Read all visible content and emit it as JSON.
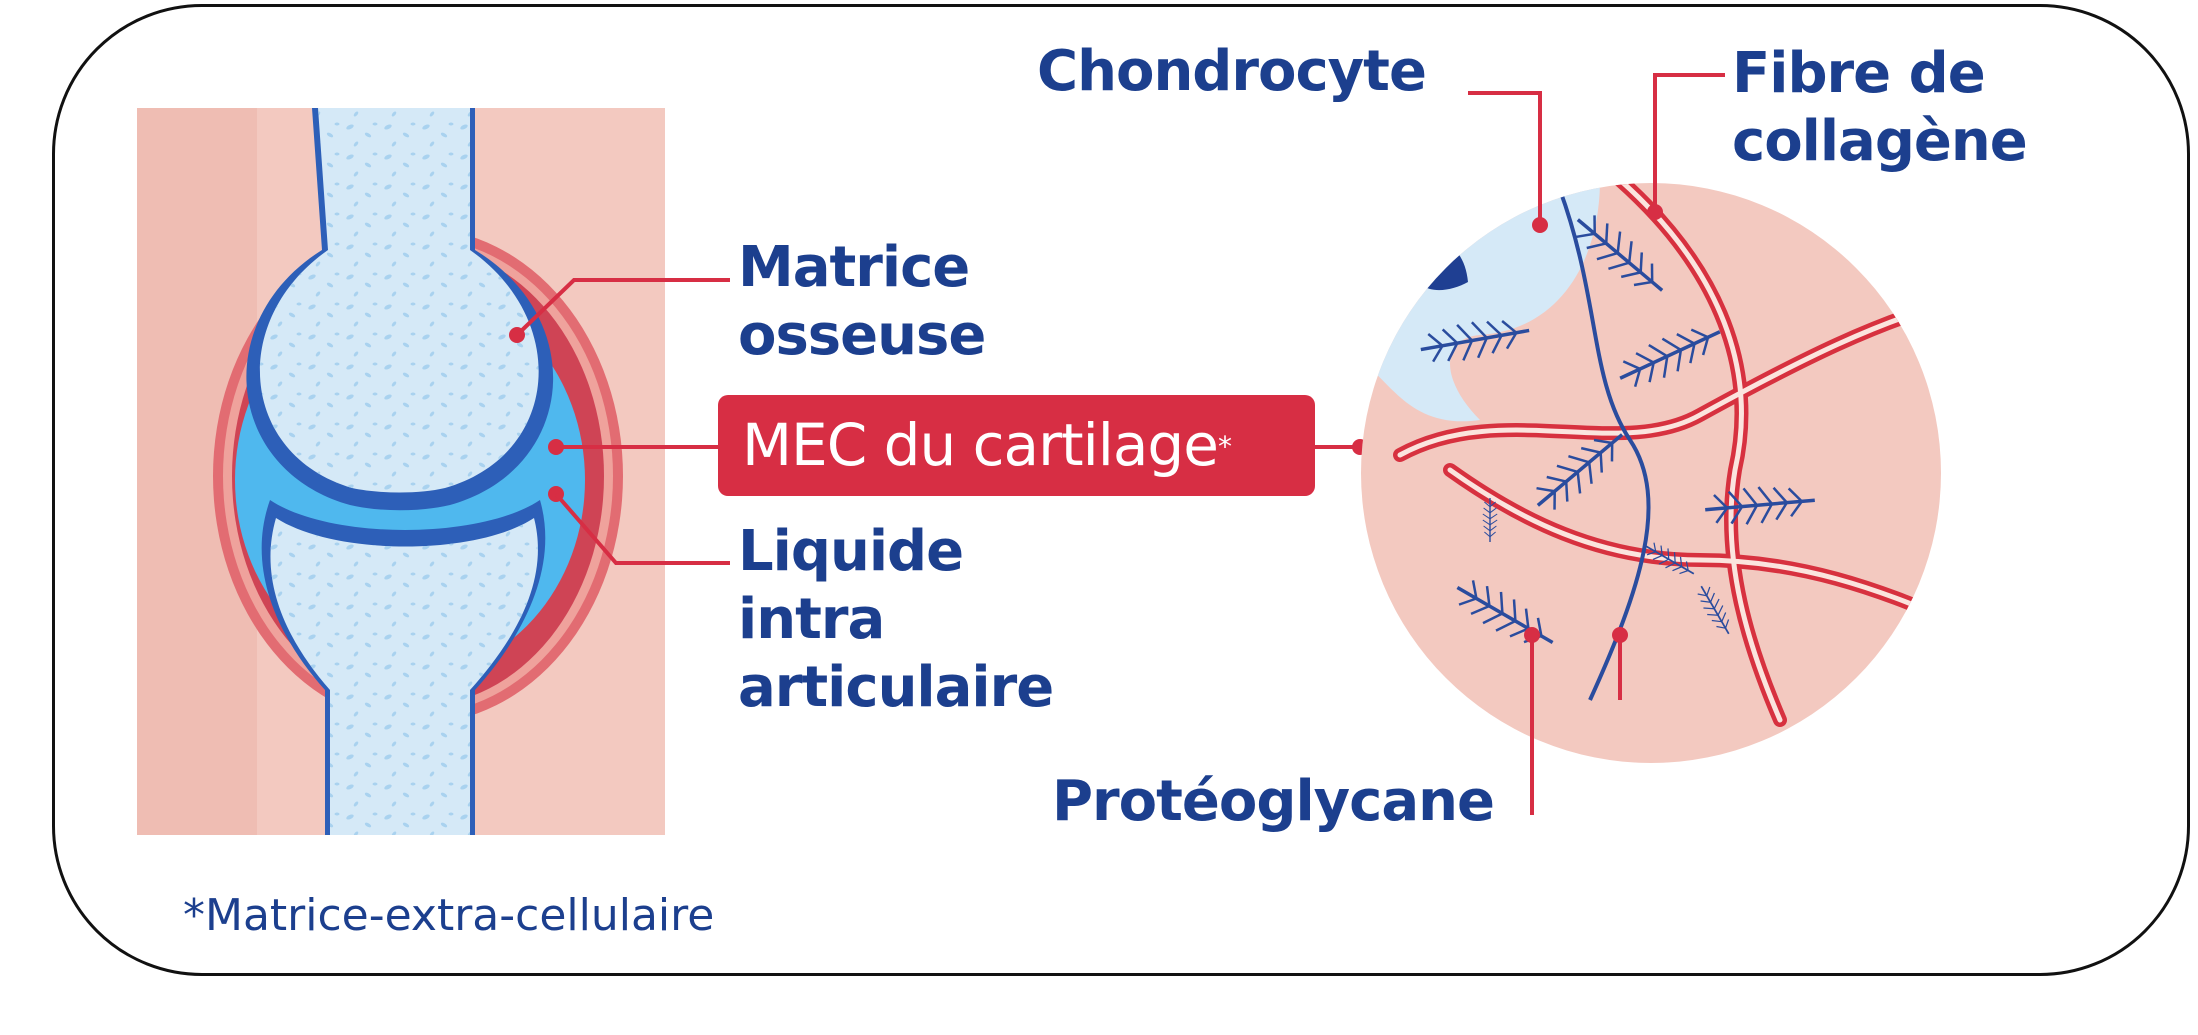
{
  "labels": {
    "matrice_osseuse": [
      "Matrice",
      "osseuse"
    ],
    "mec": "MEC du cartilage",
    "mec_asterisk": "*",
    "liquide": [
      "Liquide",
      "intra",
      "articulaire"
    ],
    "chondrocyte": "Chondrocyte",
    "fibre": [
      "Fibre de",
      "collagène"
    ],
    "proteoglycane": "Protéoglycane"
  },
  "footnote": "*Matrice-extra-cellulaire",
  "colors": {
    "label_blue": "#1c3f8e",
    "pointer_red": "#d72e44",
    "skin": "#f3c9c0",
    "bone": "#d5e9f7",
    "cartilage": "#3f86d6",
    "fluid": "#4fb8ee",
    "collagen": "#d7313f",
    "proteoglycan": "#2a4c9e"
  },
  "icons": {
    "knee": "knee-joint-cross-section-icon",
    "magnifier": "cartilage-matrix-magnified-icon"
  }
}
